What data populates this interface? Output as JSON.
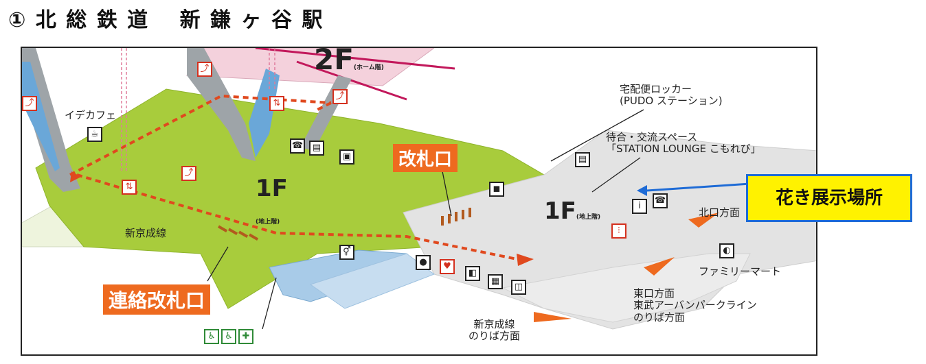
{
  "header": {
    "title": "① 北 総 鉄 道　 新 鎌 ヶ 谷 駅"
  },
  "floors": {
    "upper": {
      "main": "2F",
      "sub": "(ホーム階)"
    },
    "ground_left": {
      "main": "1F",
      "sub": "(地上階)"
    },
    "ground_right": {
      "main": "1F",
      "sub": "(地上階)"
    }
  },
  "gates": {
    "ticket_gate": "改札口",
    "transfer_gate": "連絡改札口"
  },
  "labels": {
    "cafe": "イデカフェ",
    "shinkeisei_line": "新京成線",
    "parcel_locker_line1": "宅配便ロッカー",
    "parcel_locker_line2": "(PUDO ステーション)",
    "lounge_line1": "待合・交流スペース",
    "lounge_line2": "「STATION LOUNGE こもれび」",
    "north_exit": "北口方面",
    "familymart": "ファミリーマート",
    "east_exit": "東口方面",
    "tobu_line1": "東武アーバンパークライン",
    "tobu_line2": "のりば方面",
    "shinkeisei_platform_line1": "新京成線",
    "shinkeisei_platform_line2": "のりば方面"
  },
  "callout": {
    "text": "花き展示場所"
  },
  "icons": [
    "coffee-cup-icon",
    "phone-icon",
    "coin-locker-icon",
    "locker-icon",
    "elevator-icon",
    "escalator-icon",
    "restroom-icon",
    "station-staff-icon",
    "aed-icon",
    "ticket-office-icon",
    "ticket-machine-icon",
    "fare-adjustment-icon",
    "accessible-toilet-icon",
    "wheelchair-icon",
    "ostomate-icon",
    "information-icon",
    "baby-icon"
  ],
  "colors": {
    "concourse_green": "#a8cc3c",
    "concourse_gray": "#e3e3e3",
    "platform_pink": "#f4d1dc",
    "accent_orange": "#ee6a1f",
    "route_red": "#e0491e",
    "callout_yellow": "#fff200",
    "callout_border": "#1e6bd6",
    "track_blue": "#a8cbe8"
  }
}
